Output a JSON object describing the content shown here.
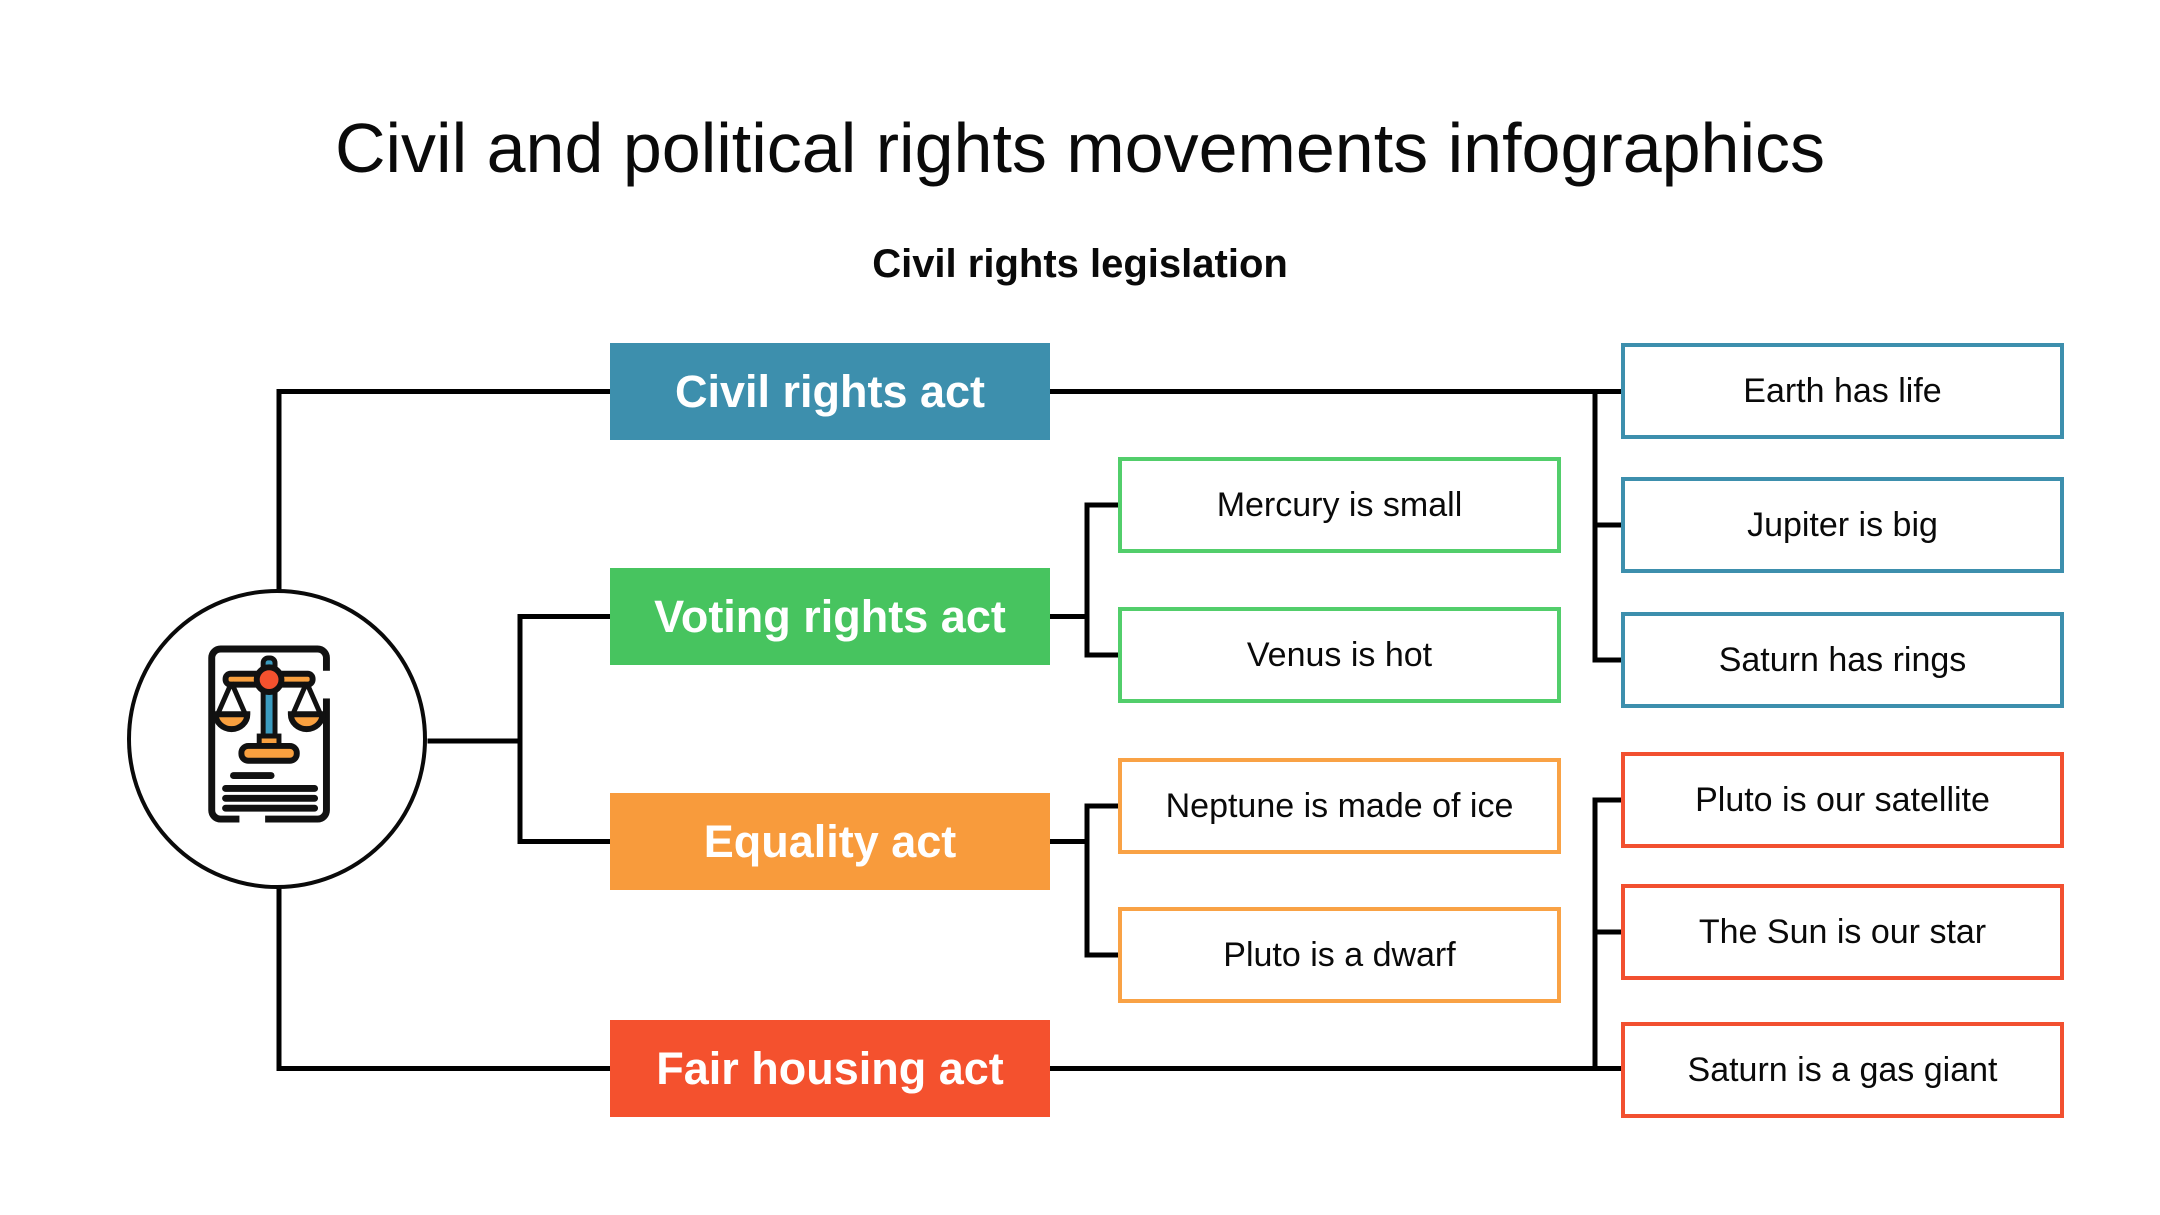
{
  "page": {
    "title": "Civil and political rights movements infographics",
    "subtitle": "Civil rights legislation"
  },
  "colors": {
    "teal": "#3d8fad",
    "green": "#47c45f",
    "green-border": "#52ce6b",
    "orange": "#f89b3c",
    "orange-border": "#f9a245",
    "red": "#f4512e",
    "red-border": "#f25030",
    "line": "#000000"
  },
  "legend": {
    "icon": "justice-scales-document-icon"
  },
  "diagram": {
    "acts": [
      {
        "id": "civil",
        "label": "Civil rights act",
        "color": "teal"
      },
      {
        "id": "voting",
        "label": "Voting rights act",
        "color": "green"
      },
      {
        "id": "equality",
        "label": "Equality act",
        "color": "orange"
      },
      {
        "id": "fair",
        "label": "Fair housing act",
        "color": "red"
      }
    ],
    "statements": {
      "civil": [
        "Earth has life",
        "Jupiter is big",
        "Saturn has rings"
      ],
      "voting": [
        "Mercury is small",
        "Venus is hot"
      ],
      "equality": [
        "Neptune is made of ice",
        "Pluto is a dwarf"
      ],
      "fair": [
        "Pluto is our satellite",
        "The Sun is our star",
        "Saturn is a gas giant"
      ]
    }
  }
}
